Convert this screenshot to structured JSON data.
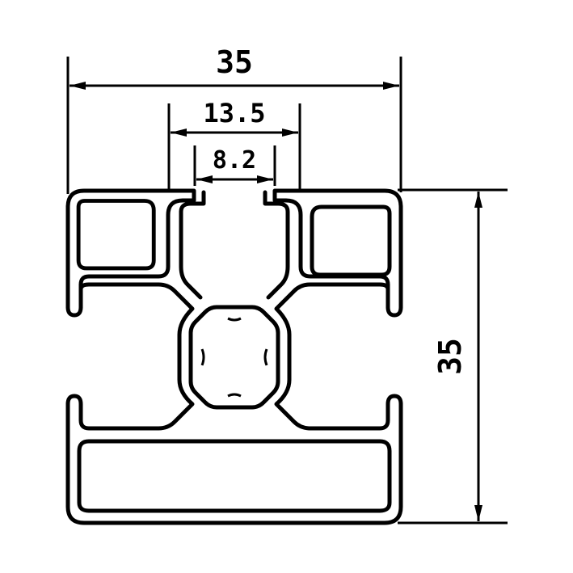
{
  "dimensions": {
    "overall_width": "35",
    "overall_height": "35",
    "slot_opening_outer": "13.5",
    "slot_opening_inner": "8.2"
  },
  "colors": {
    "ink": "#000000",
    "background": "#ffffff"
  }
}
